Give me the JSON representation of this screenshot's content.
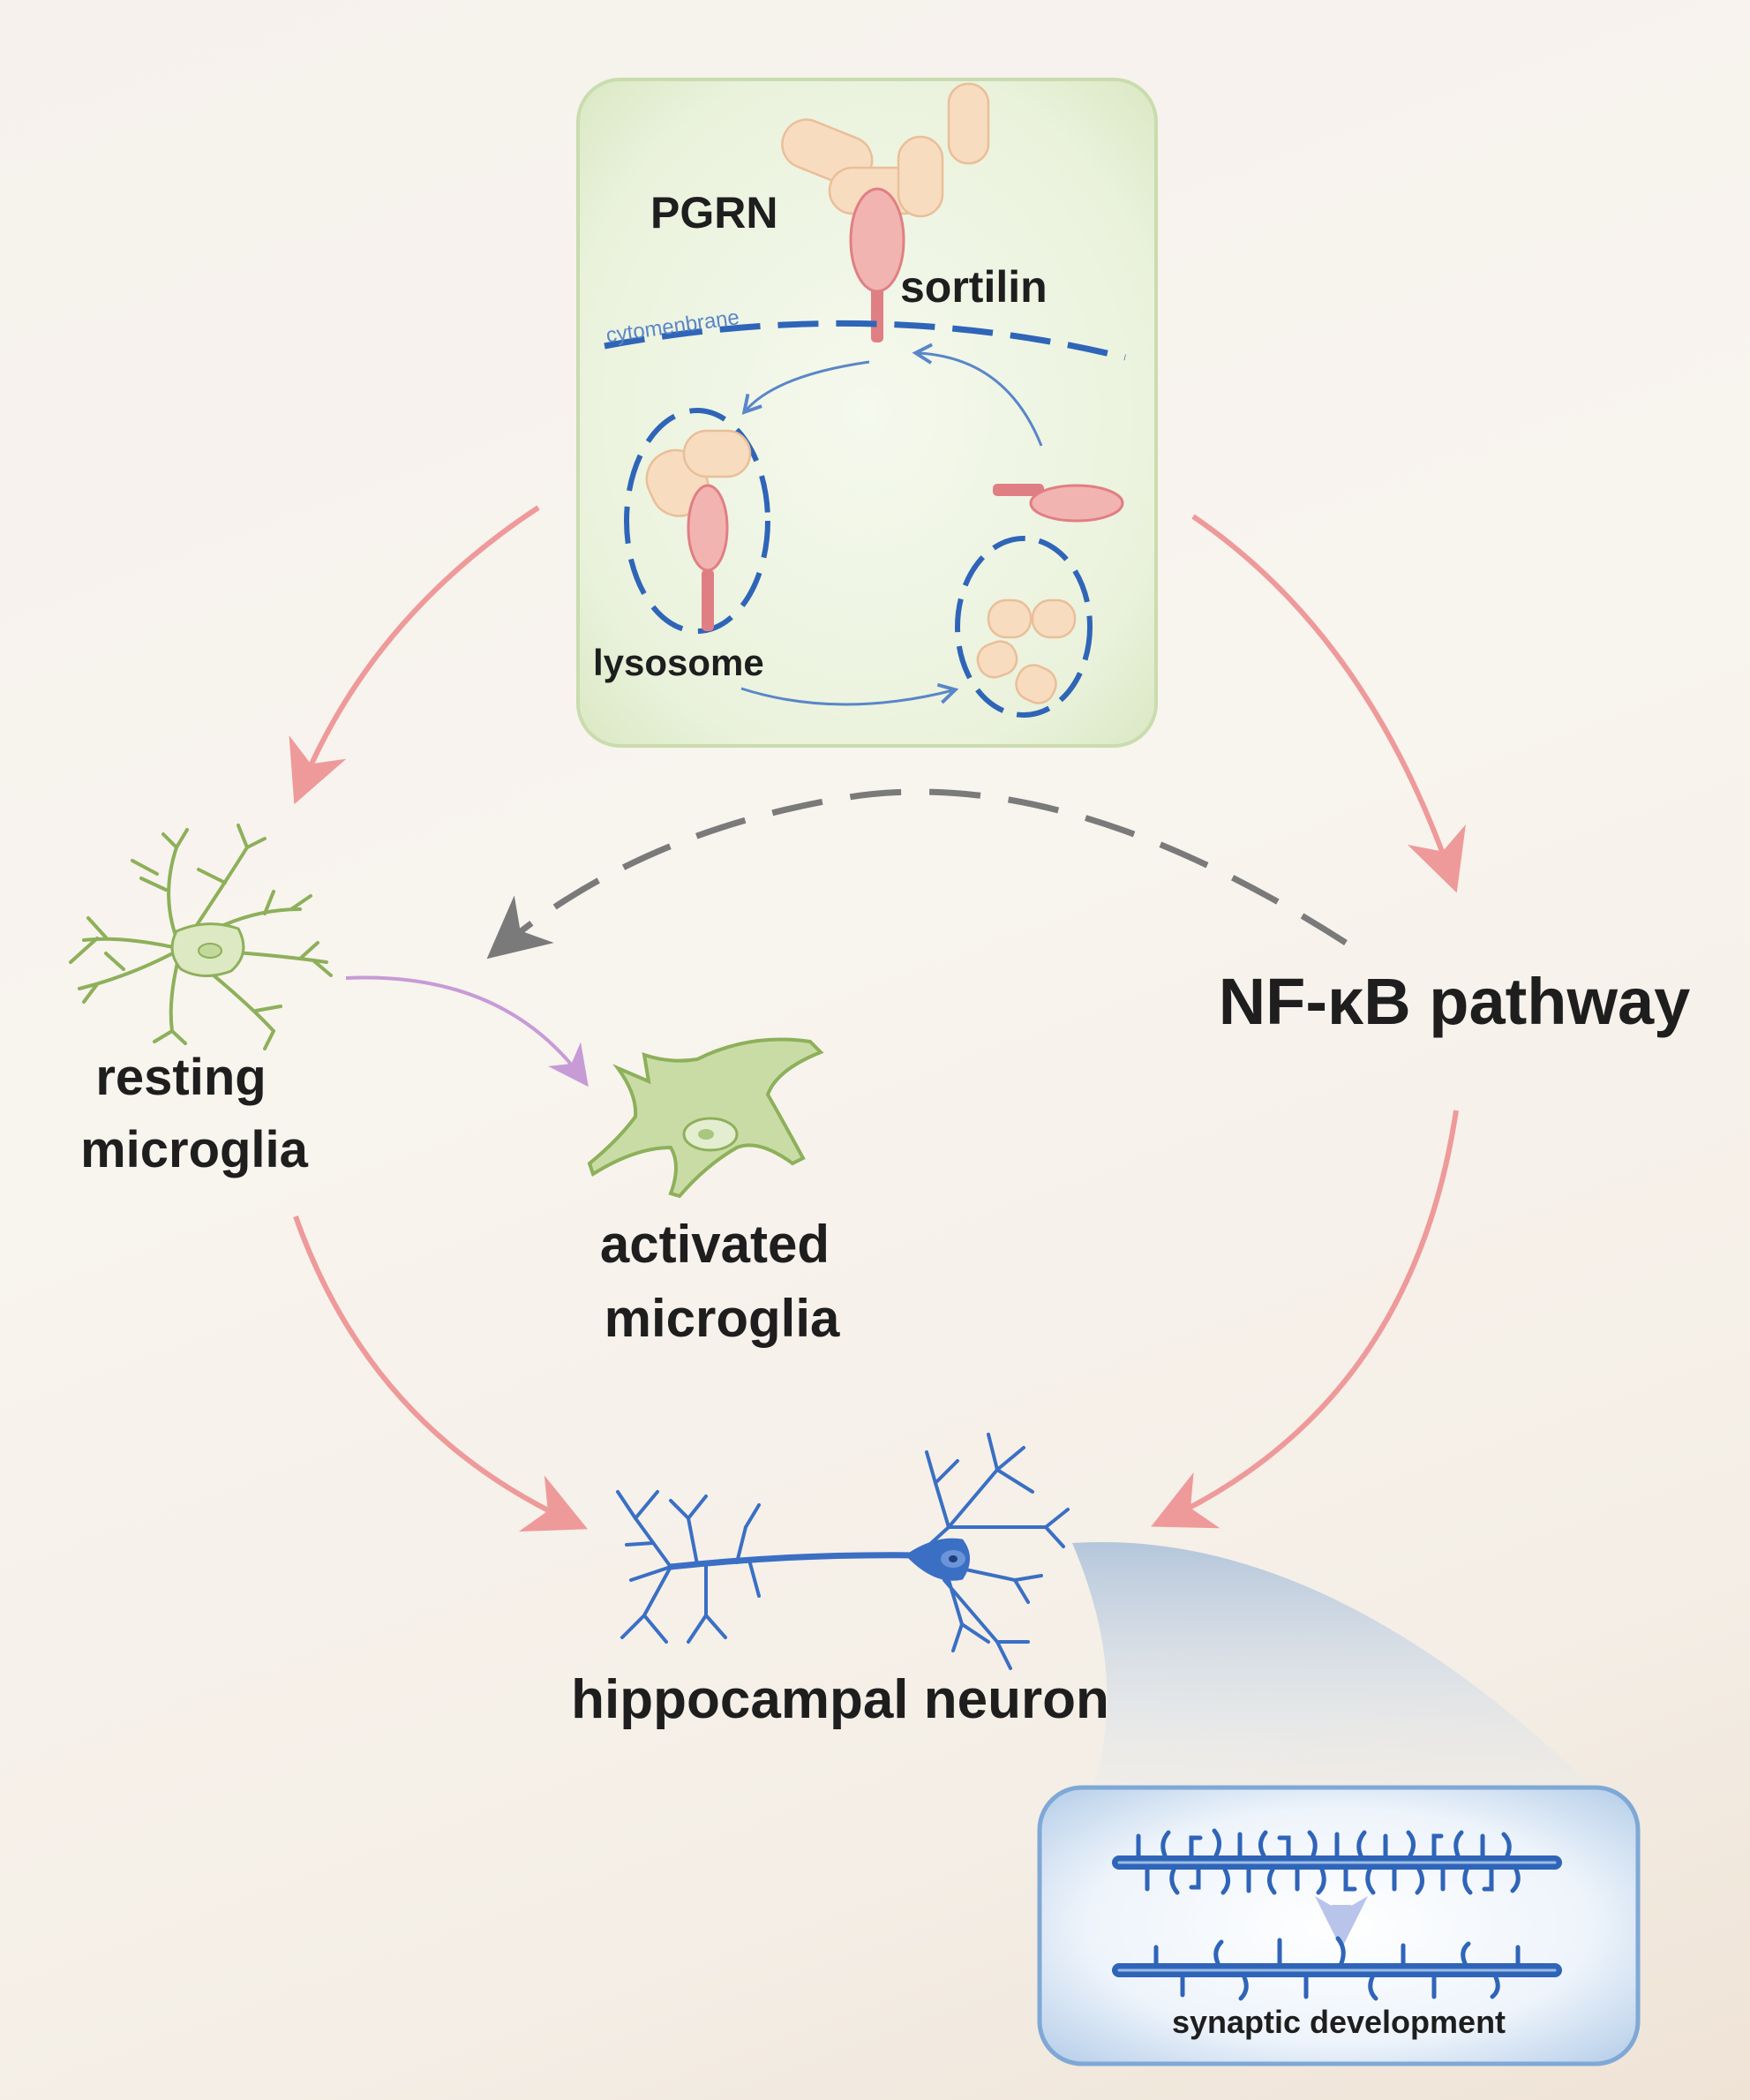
{
  "labels": {
    "pgrn": "PGRN",
    "sortilin": "sortilin",
    "cytomembrane": "cytomenbrane",
    "lysosome": "lysosome",
    "nfkb": "NF-κB pathway",
    "resting_line1": "resting",
    "resting_line2": "microglia",
    "activated_line1": "activated",
    "activated_line2": "microglia",
    "neuron": "hippocampal neuron",
    "synaptic": "synaptic development"
  },
  "colors": {
    "green_box_fill": "#e9f1da",
    "green_box_stroke": "#c9dcae",
    "pgrn_fill": "#f8dcc0",
    "sortilin_fill": "#f2b4b0",
    "membrane_blue": "#2f65b8",
    "thin_arrow_blue": "#5a86c8",
    "pink_arrow": "#ee9a9a",
    "gray_dashed": "#7a7a7a",
    "purple_arrow": "#c69bd6",
    "microglia_green": "#8db05a",
    "neuron_blue": "#3a6fc4"
  }
}
